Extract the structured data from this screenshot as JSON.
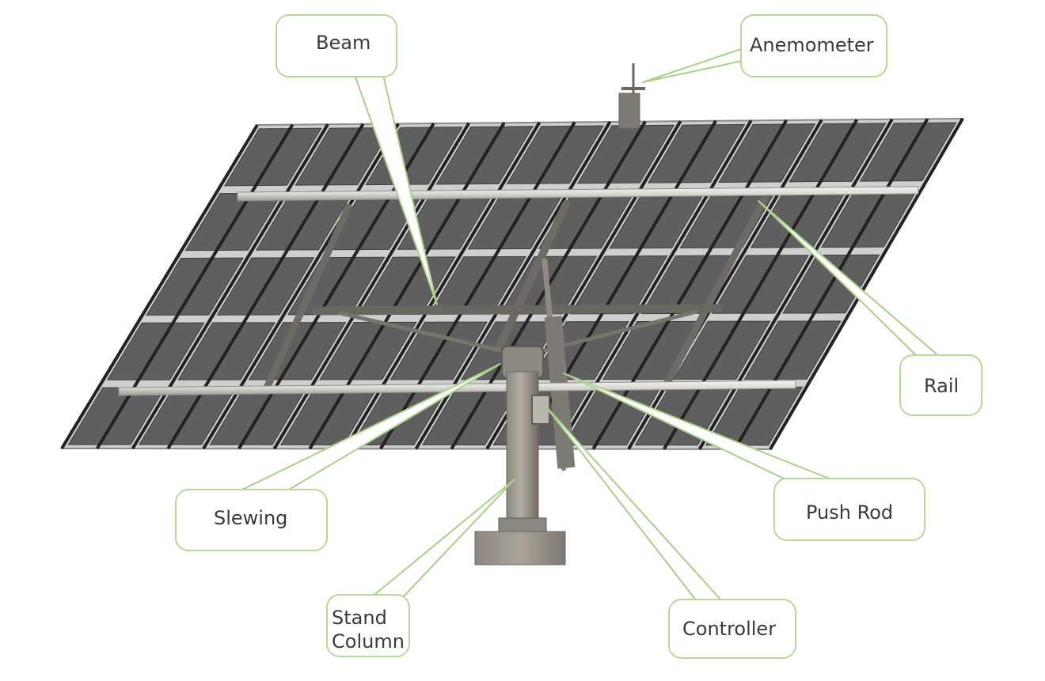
{
  "callouts": {
    "beam": "Beam",
    "anemometer": "Anemometer",
    "rail": "Rail",
    "push_rod": "Push Rod",
    "slewing": "Slewing",
    "stand_column_line1": "Stand",
    "stand_column_line2": "Column",
    "controller": "Controller"
  },
  "colors": {
    "panel": "#5f5f5f",
    "panel_frame": "#c8c8c8",
    "structure": "#7a7770",
    "callout_border": "#b9d79a",
    "leader_line": "#a9d08a"
  },
  "panel_grid": {
    "columns": 10,
    "rows": 5
  }
}
